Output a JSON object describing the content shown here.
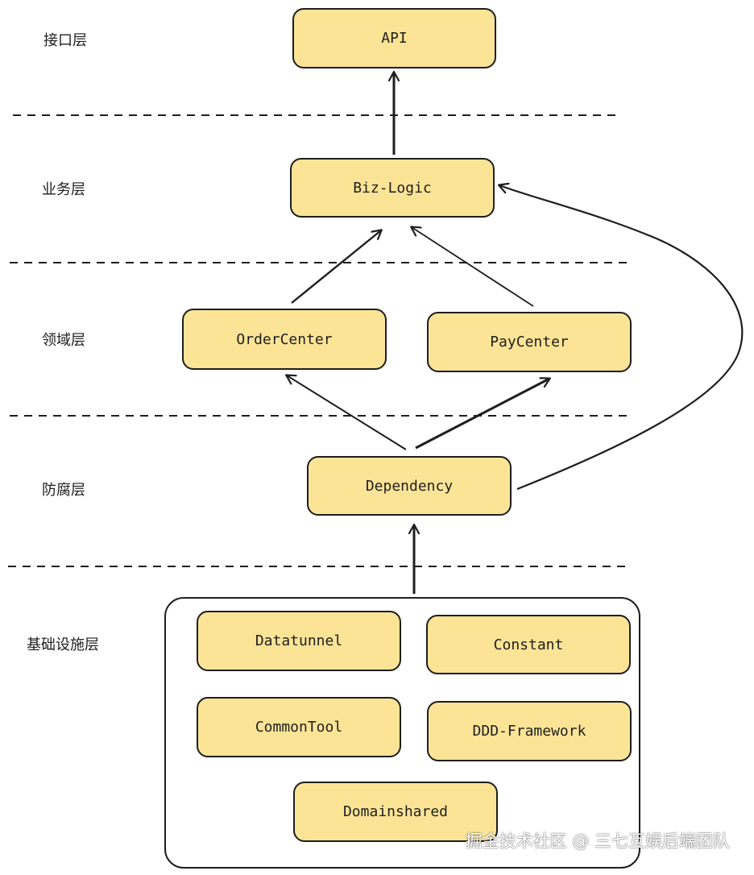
{
  "layers": [
    {
      "label": "接口层"
    },
    {
      "label": "业务层"
    },
    {
      "label": "领域层"
    },
    {
      "label": "防腐层"
    },
    {
      "label": "基础设施层"
    }
  ],
  "nodes": {
    "api": "API",
    "biz_logic": "Biz-Logic",
    "order_center": "OrderCenter",
    "pay_center": "PayCenter",
    "dependency": "Dependency",
    "datatunnel": "Datatunnel",
    "constant": "Constant",
    "common_tool": "CommonTool",
    "ddd_framework": "DDD-Framework",
    "domainshared": "Domainshared"
  },
  "edges": [
    {
      "from": "biz_logic",
      "to": "api"
    },
    {
      "from": "order_center",
      "to": "biz_logic"
    },
    {
      "from": "pay_center",
      "to": "biz_logic"
    },
    {
      "from": "dependency",
      "to": "order_center"
    },
    {
      "from": "dependency",
      "to": "pay_center"
    },
    {
      "from": "dependency",
      "to": "biz_logic"
    },
    {
      "from": "infrastructure",
      "to": "dependency"
    }
  ],
  "colors": {
    "box_fill": "#fce497",
    "stroke": "#1e1e1e"
  },
  "watermark": "掘金技术社区 @ 三七互娱后端团队"
}
